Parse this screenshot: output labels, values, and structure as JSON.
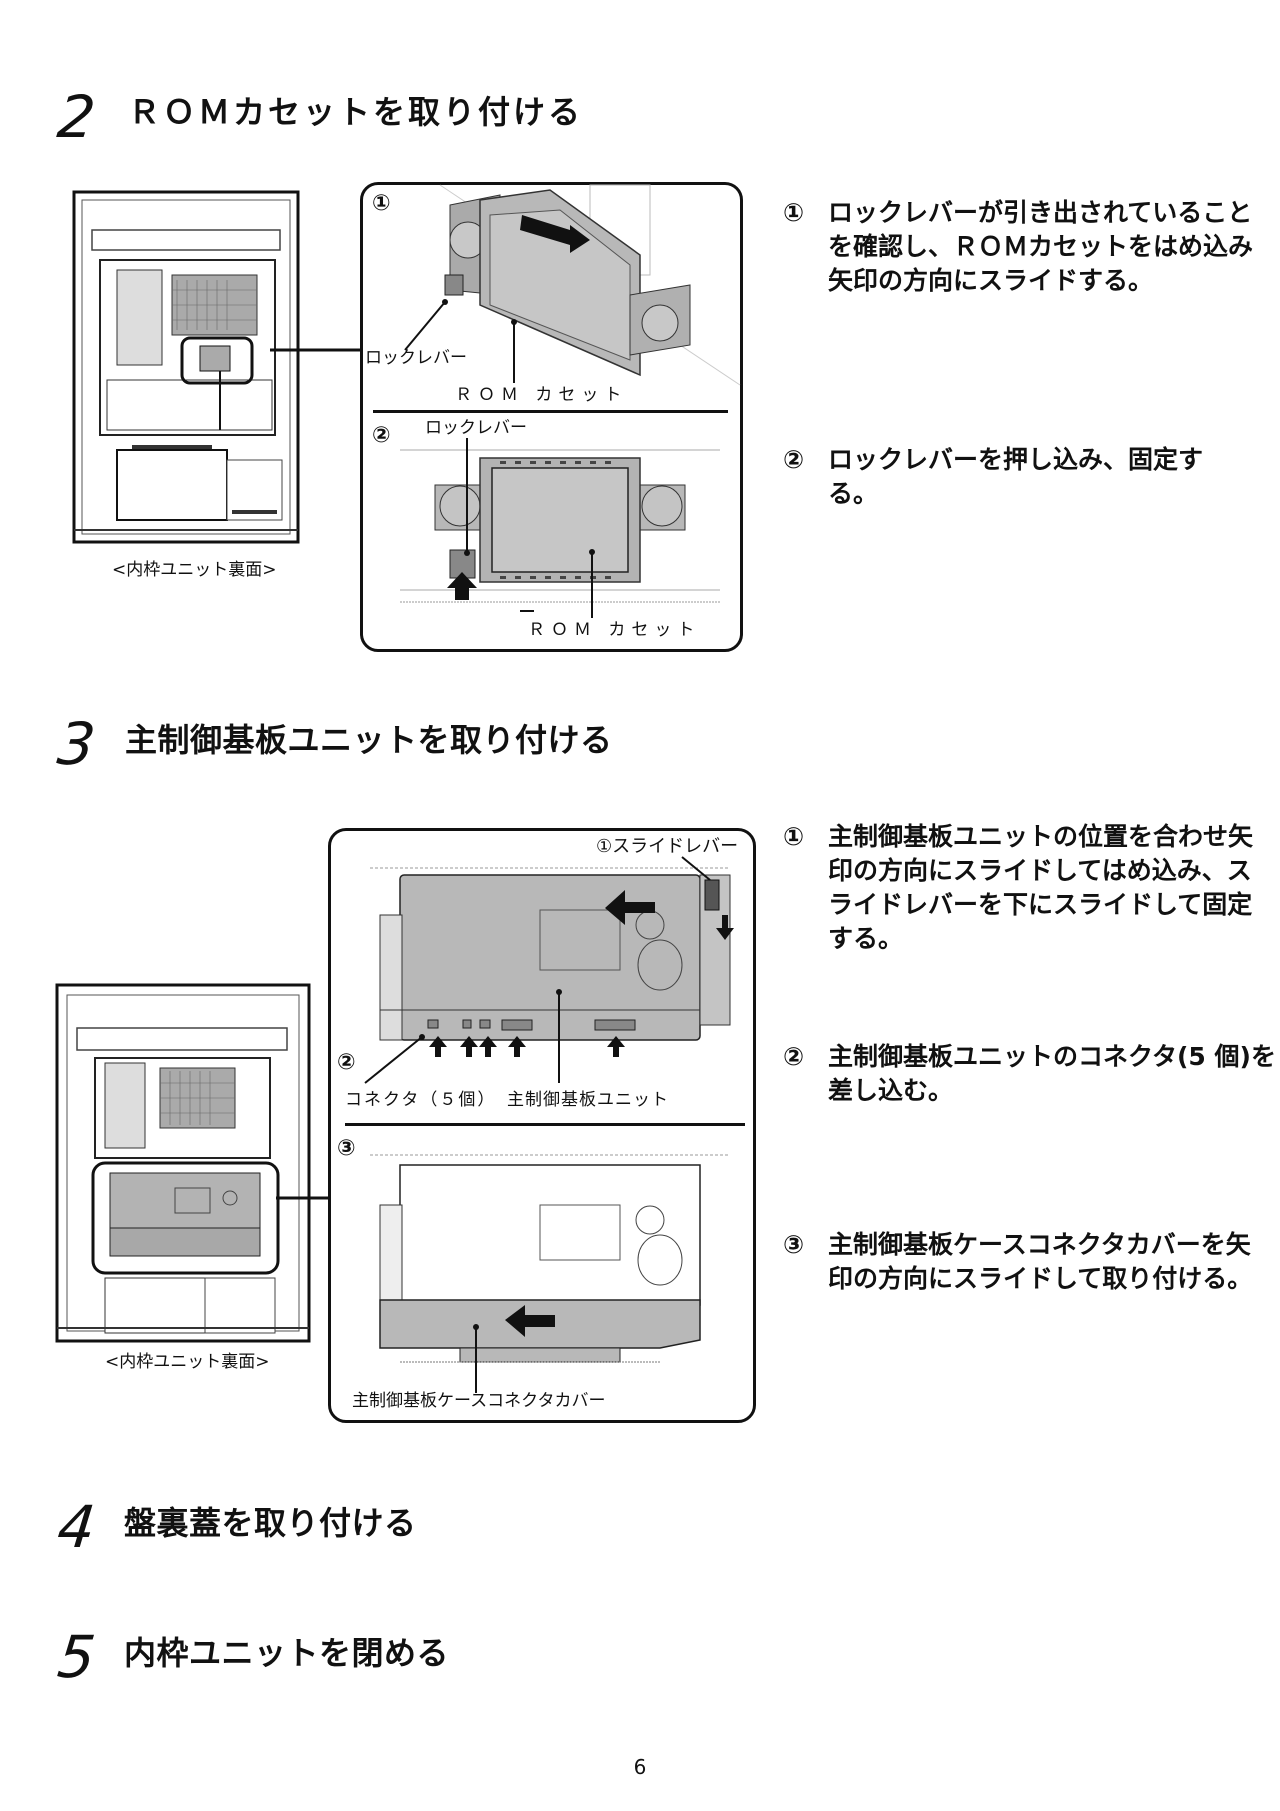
{
  "sections": [
    {
      "number": "2",
      "title": "ＲＯＭカセットを取り付ける"
    },
    {
      "number": "3",
      "title": "主制御基板ユニットを取り付ける"
    },
    {
      "number": "4",
      "title": "盤裏蓋を取り付ける"
    },
    {
      "number": "5",
      "title": "内枠ユニットを閉める"
    }
  ],
  "section2": {
    "overview_caption": "<内枠ユニット裏面>",
    "panel": {
      "step1_marker": "①",
      "step2_marker": "②",
      "lock_lever_label_1": "ロックレバー",
      "rom_cassette_label_1": "ＲＯＭ カセット",
      "lock_lever_label_2": "ロックレバー",
      "rom_cassette_label_2": "ＲＯＭ カセット"
    },
    "steps": [
      {
        "marker": "①",
        "text": "ロックレバーが引き出されていることを確認し、ＲＯＭカセットをはめ込み矢印の方向にスライドする。"
      },
      {
        "marker": "②",
        "text": "ロックレバーを押し込み、固定する。"
      }
    ]
  },
  "section3": {
    "overview_caption": "<内枠ユニット裏面>",
    "panel": {
      "slide_lever_label": "①スライドレバー",
      "step2_marker": "②",
      "connector_label": "コネクタ（５個）",
      "board_unit_label": "主制御基板ユニット",
      "step3_marker": "③",
      "cover_label": "主制御基板ケースコネクタカバー"
    },
    "steps": [
      {
        "marker": "①",
        "text": "主制御基板ユニットの位置を合わせ矢印の方向にスライドしてはめ込み、スライドレバーを下にスライドして固定する。"
      },
      {
        "marker": "②",
        "text": "主制御基板ユニットのコネクタ(5 個)を差し込む。"
      },
      {
        "marker": "③",
        "text": "主制御基板ケースコネクタカバーを矢印の方向にスライドして取り付ける。"
      }
    ]
  },
  "footer": {
    "page_number": "6"
  },
  "colors": {
    "ink": "#111111",
    "part_gray": "#b8b8b8",
    "line_gray": "#9a9a9a"
  }
}
